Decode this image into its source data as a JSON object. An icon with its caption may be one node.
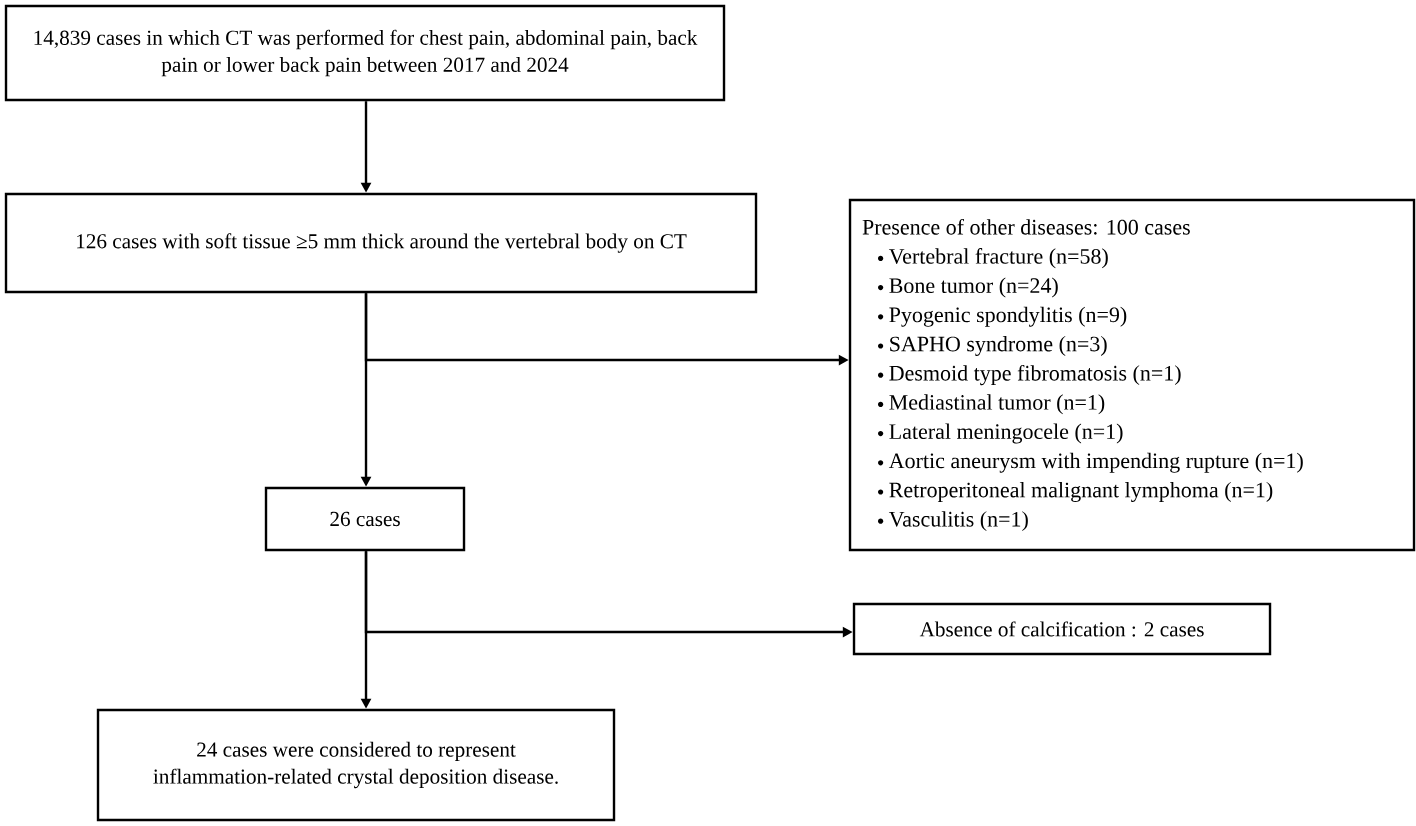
{
  "diagram": {
    "nodes": [
      {
        "text": [
          "14,839 cases in which CT was performed for chest pain, abdominal pain, back pain or lower back pain between 2017 and 2024"
        ]
      },
      {
        "text": [
          "126 cases with soft tissue ≥5 mm thick around the vertebral body on CT"
        ]
      },
      {
        "text": [
          "Presence of other diseases: 100 cases",
          "Vertebral fracture (n=58)",
          "Bone tumor (n=24)",
          "Pyogenic spondylitis (n=9)",
          "SAPHO syndrome (n=3)",
          "Desmoid type fibromatosis (n=1)",
          "Mediastinal tumor (n=1)",
          "Lateral meningocele (n=1)",
          "Aortic aneurysm with impending rupture (n=1)",
          "Retroperitoneal malignant lymphoma (n=1)",
          "Vasculitis (n=1)"
        ]
      },
      {
        "text": [
          "26 cases"
        ]
      },
      {
        "text": [
          "Absence of calcification : 2 cases"
        ]
      },
      {
        "text": [
          "24 cases were considered to represent inflammation-related crystal deposition disease."
        ]
      }
    ],
    "edges": [
      {
        "from": 0,
        "to": 1,
        "arrow": "to"
      },
      {
        "from": 1,
        "to": 2,
        "arrow": "to"
      },
      {
        "from": 1,
        "to": 3,
        "arrow": "to"
      },
      {
        "from": 3,
        "to": 4,
        "arrow": "to"
      },
      {
        "from": 3,
        "to": 5,
        "arrow": "to"
      }
    ]
  }
}
